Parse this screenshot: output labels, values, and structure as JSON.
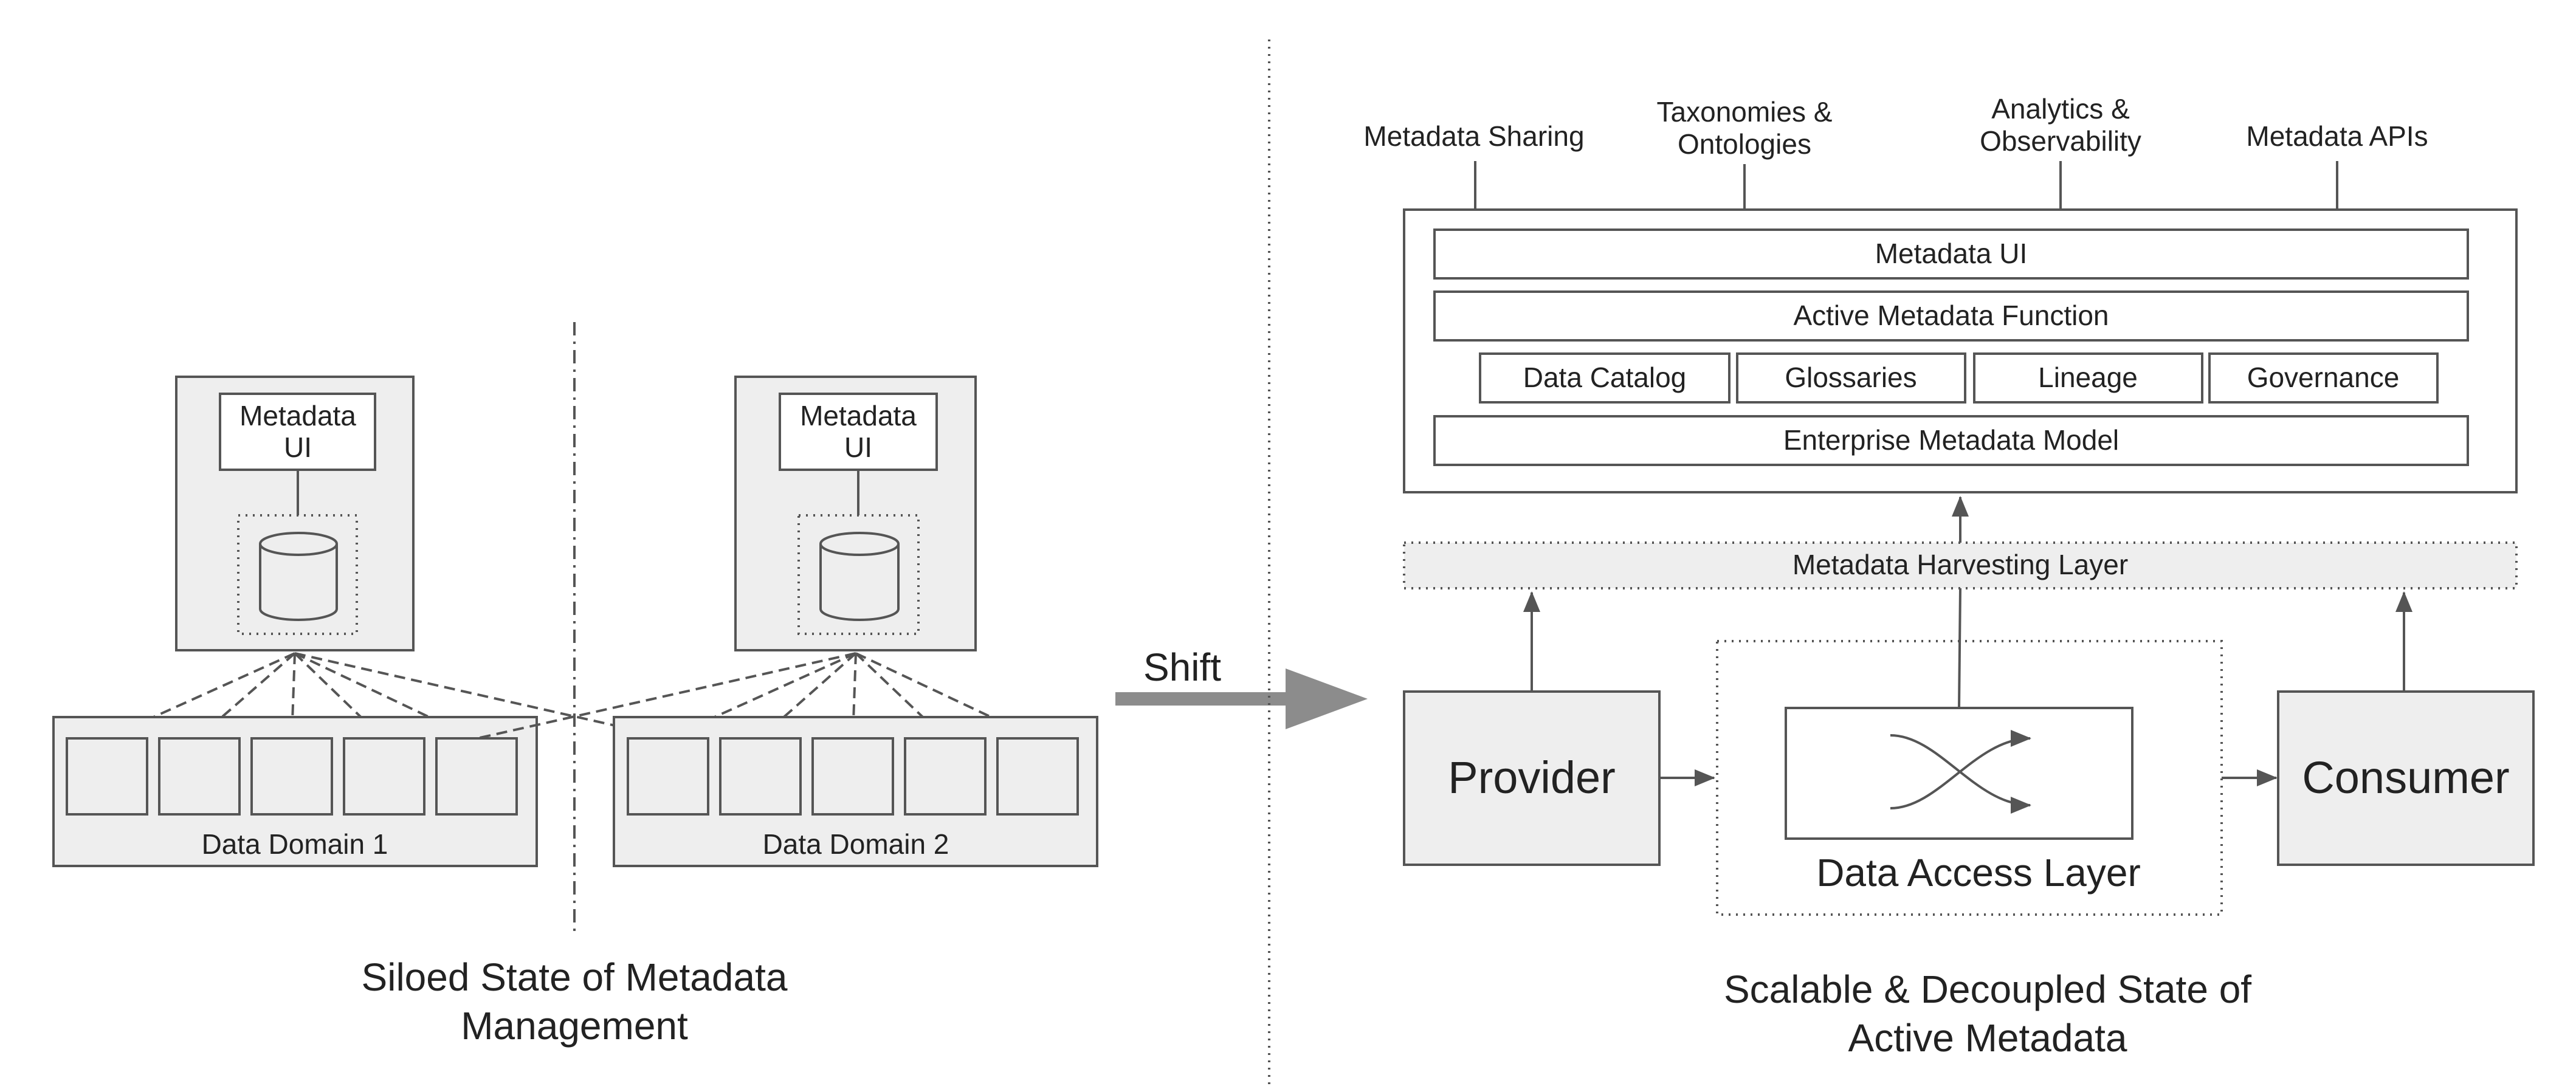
{
  "left": {
    "silo1": {
      "ui_line1": "Metadata",
      "ui_line2": "UI",
      "domain_label": "Data Domain 1"
    },
    "silo2": {
      "ui_line1": "Metadata",
      "ui_line2": "UI",
      "domain_label": "Data Domain 2"
    },
    "caption_line1": "Siloed State of Metadata",
    "caption_line2": "Management"
  },
  "shift_label": "Shift",
  "right": {
    "top_labels": {
      "sharing": "Metadata Sharing",
      "taxonomies_line1": "Taxonomies &",
      "taxonomies_line2": "Ontologies",
      "analytics_line1": "Analytics &",
      "analytics_line2": "Observability",
      "apis": "Metadata APIs"
    },
    "platform": {
      "ui": "Metadata UI",
      "function": "Active Metadata Function",
      "catalog": "Data Catalog",
      "glossaries": "Glossaries",
      "lineage": "Lineage",
      "governance": "Governance",
      "model": "Enterprise Metadata Model"
    },
    "harvesting": "Metadata Harvesting Layer",
    "provider": "Provider",
    "consumer": "Consumer",
    "access_layer": "Data Access Layer",
    "caption_line1": "Scalable & Decoupled State of",
    "caption_line2": "Active Metadata"
  }
}
